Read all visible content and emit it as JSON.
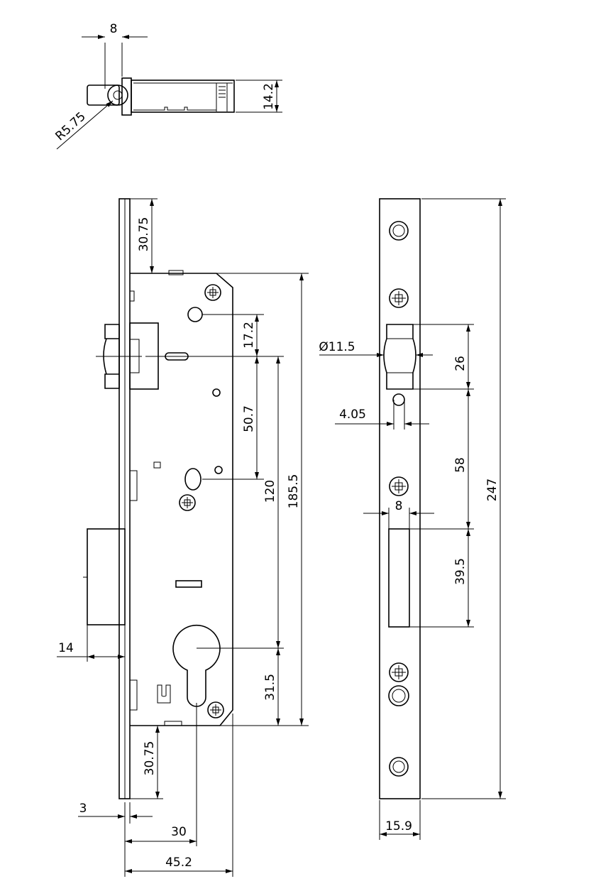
{
  "top_view": {
    "width_8": "8",
    "height_14_2": "14.2",
    "radius": "R5.75"
  },
  "front_view": {
    "top_offset": "30.75",
    "spindle_to_hole": "17.2",
    "spindle_to_lower": "50.7",
    "spindle_to_cylinder": "120",
    "case_height": "185.5",
    "cylinder_to_bottom": "31.5",
    "bottom_offset": "30.75",
    "bolt_throw": "14",
    "plate_thickness": "3",
    "backset": "30",
    "case_depth": "45.2"
  },
  "side_view": {
    "plate_length": "247",
    "latch_height": "26",
    "latch_to_bolt": "58",
    "bolt_height": "39.5",
    "diameter": "Ø11.5",
    "pin_width": "4.05",
    "bolt_width": "8",
    "plate_width": "15.9"
  }
}
